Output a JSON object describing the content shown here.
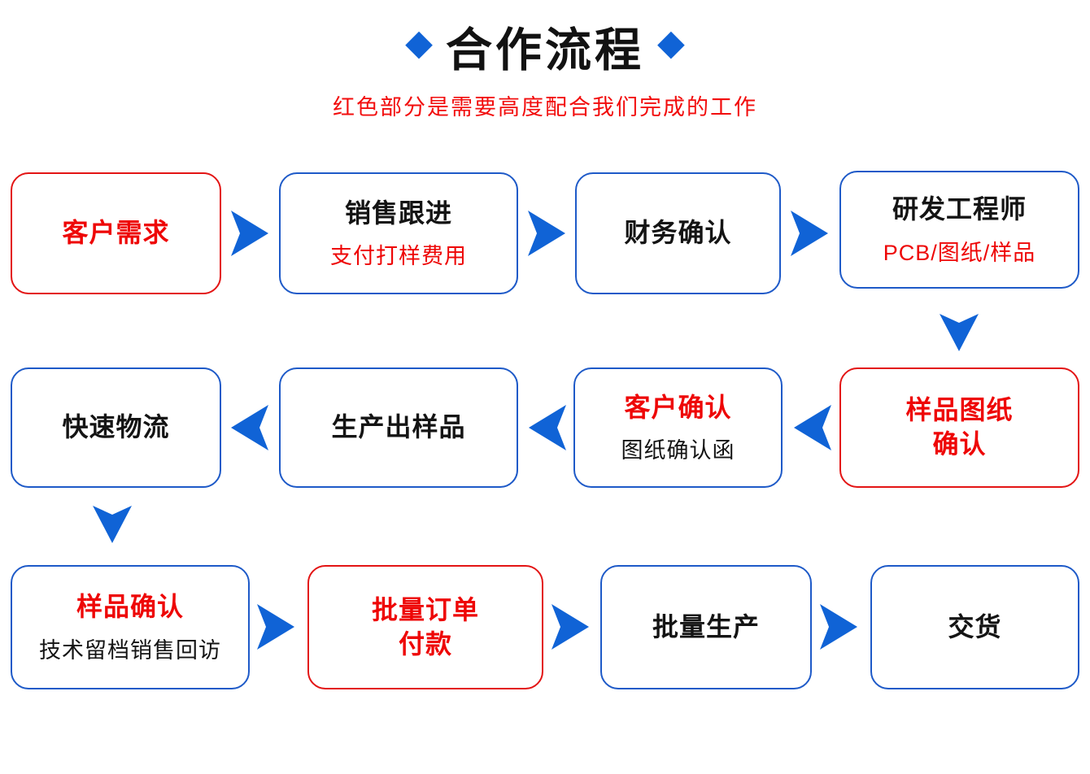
{
  "header": {
    "title": "合作流程",
    "left_diamond": "◆",
    "right_diamond": "◆",
    "subtitle": "红色部分是需要高度配合我们完成的工作"
  },
  "icons": {
    "diamond-icon": "◆",
    "arrow-right-icon": "▶",
    "arrow-left-icon": "◀",
    "arrow-down-icon": "▼"
  },
  "colors": {
    "arrow_blue": "#1063d6",
    "border_blue": "#1e5ac8",
    "border_red": "#e31414",
    "text_red": "#ee0606",
    "text_black": "#141414",
    "background": "#ffffff"
  },
  "nodes": [
    {
      "id": "customer-demand",
      "title": "客户需求",
      "border": "red",
      "title_color": "red"
    },
    {
      "id": "sales-follow-up",
      "title": "销售跟进",
      "subtitle": "支付打样费用",
      "border": "blue",
      "title_color": "black",
      "subtitle_color": "red"
    },
    {
      "id": "finance-confirm",
      "title": "财务确认",
      "border": "blue",
      "title_color": "black"
    },
    {
      "id": "rd-engineer",
      "title": "研发工程师",
      "subtitle": "PCB/图纸/样品",
      "border": "blue",
      "title_color": "black",
      "subtitle_color": "red"
    },
    {
      "id": "sample-drawing-confirm",
      "title": "样品图纸\n确认",
      "border": "red",
      "title_color": "red"
    },
    {
      "id": "customer-confirm",
      "title": "客户确认",
      "subtitle": "图纸确认函",
      "border": "blue",
      "title_color": "red",
      "subtitle_color": "black"
    },
    {
      "id": "produce-sample",
      "title": "生产出样品",
      "border": "blue",
      "title_color": "black"
    },
    {
      "id": "fast-logistics",
      "title": "快速物流",
      "border": "blue",
      "title_color": "black"
    },
    {
      "id": "sample-confirm",
      "title": "样品确认",
      "subtitle": "技术留档销售回访",
      "border": "blue",
      "title_color": "red",
      "subtitle_color": "black"
    },
    {
      "id": "bulk-order-payment",
      "title": "批量订单\n付款",
      "border": "red",
      "title_color": "red"
    },
    {
      "id": "bulk-production",
      "title": "批量生产",
      "border": "blue",
      "title_color": "black"
    },
    {
      "id": "delivery",
      "title": "交货",
      "border": "blue",
      "title_color": "black"
    }
  ]
}
